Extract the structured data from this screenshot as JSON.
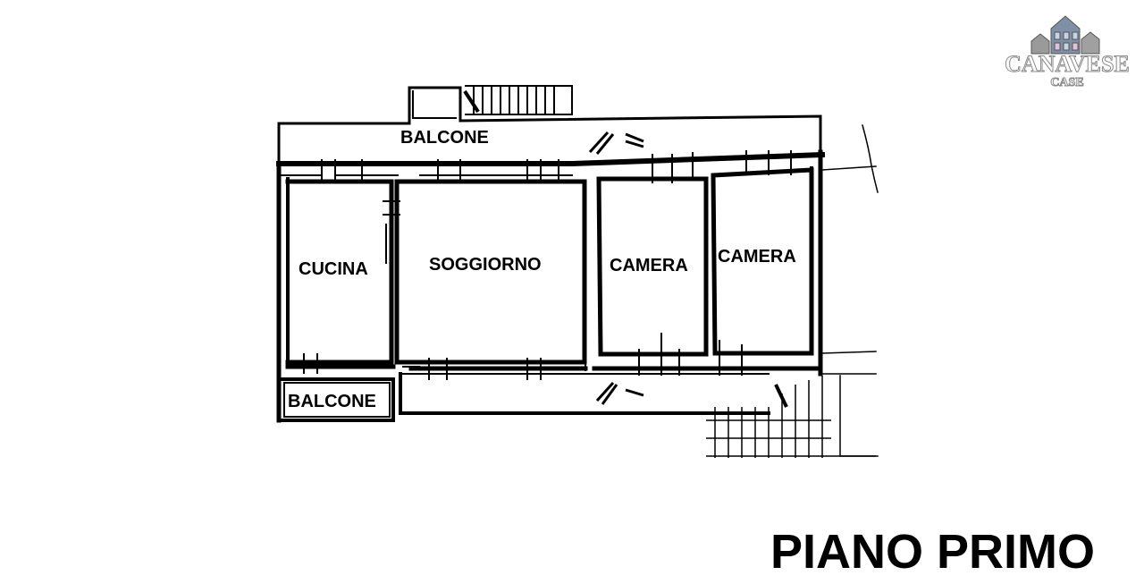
{
  "plan": {
    "title": "PIANO PRIMO",
    "rooms": {
      "balcone_top": "BALCONE",
      "cucina": "CUCINA",
      "soggiorno": "SOGGIORNO",
      "camera_1": "CAMERA",
      "camera_2": "CAMERA",
      "balcone_bottom": "BALCONE"
    }
  },
  "logo": {
    "name": "CANAVESE",
    "sub": "CASE"
  }
}
